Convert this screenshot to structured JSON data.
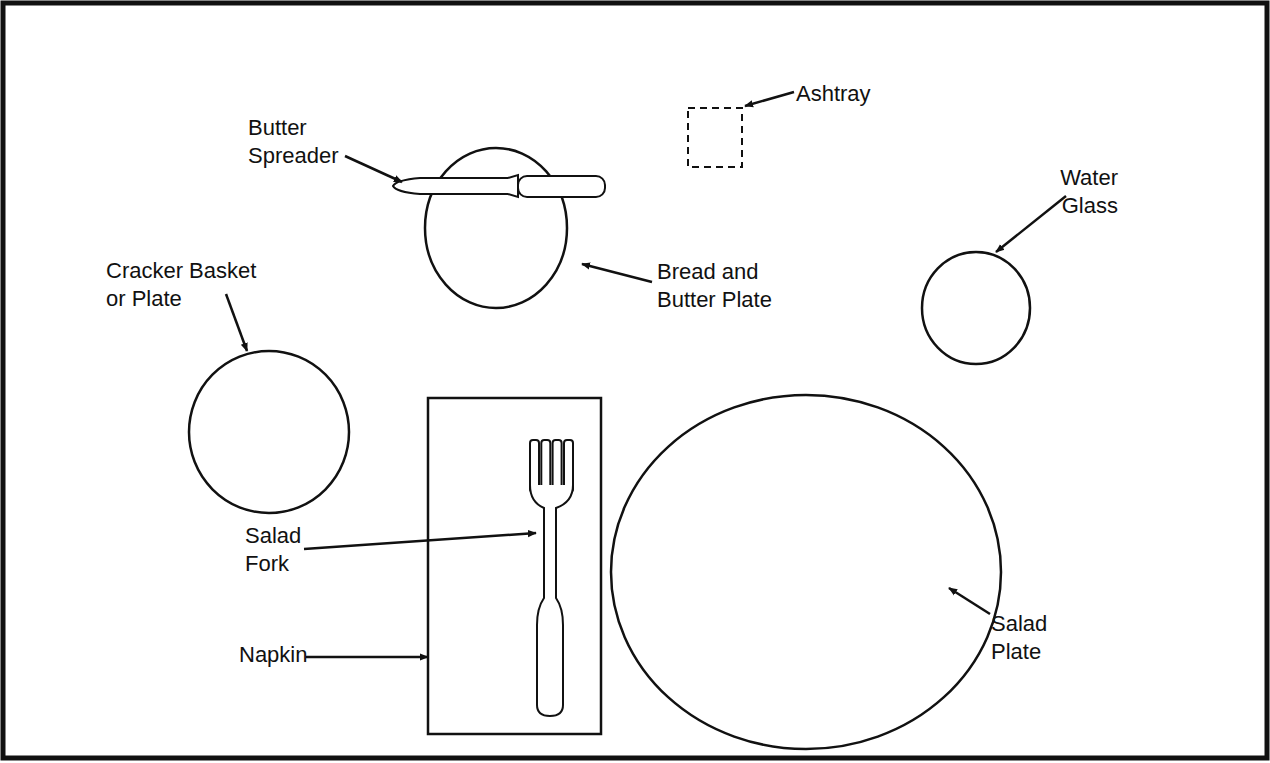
{
  "diagram": {
    "labels": [
      "Butter Spreader",
      "Ashtray",
      "Water Glass",
      "Cracker Basket or Plate",
      "Bread and Butter Plate",
      "Salad Fork",
      "Napkin",
      "Salad Plate"
    ]
  }
}
